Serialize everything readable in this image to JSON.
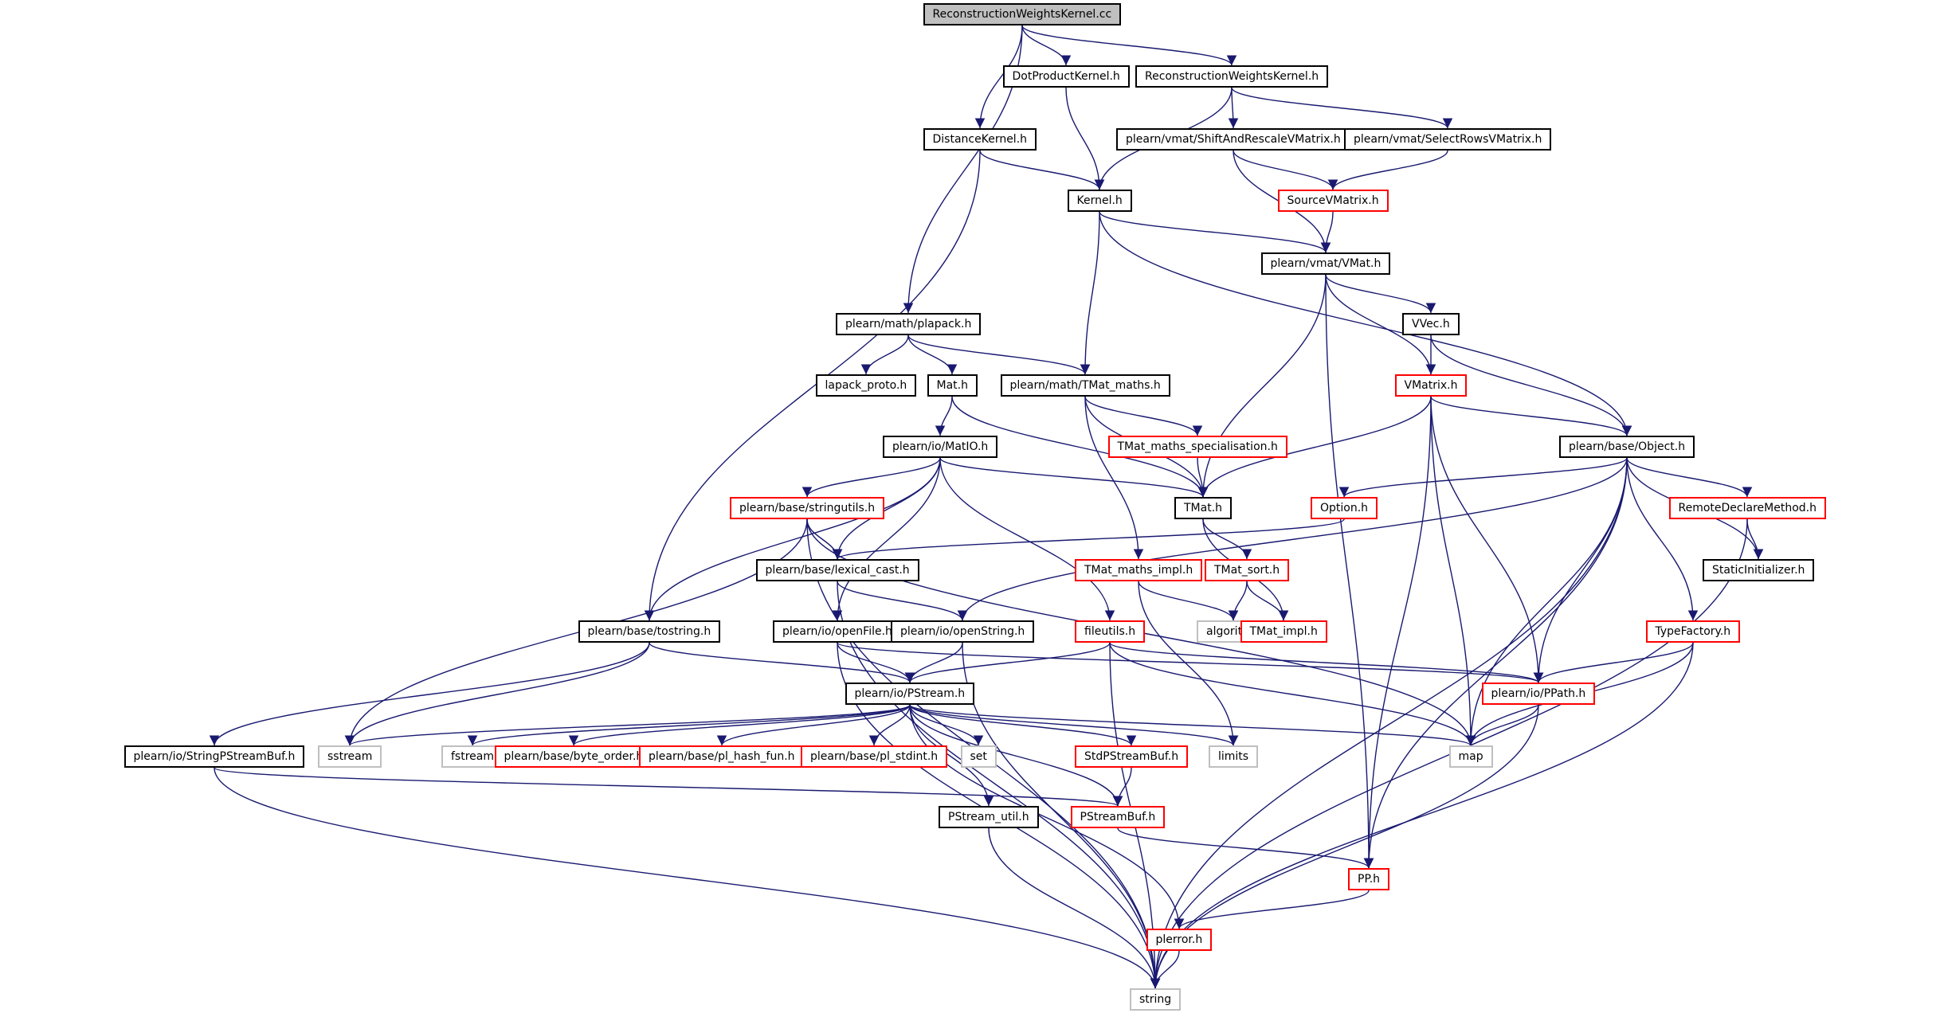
{
  "colors": {
    "edge": "#191970",
    "box_border": "#000000",
    "incomplete_border": "#ff0000",
    "system_border": "#bfbfbf",
    "root_fill": "#bfbfbf",
    "background": "#ffffff"
  },
  "graph": {
    "nodes": [
      {
        "id": "root",
        "label": "ReconstructionWeightsKernel.cc",
        "kind": "root"
      },
      {
        "id": "dotprod",
        "label": "DotProductKernel.h",
        "kind": "black"
      },
      {
        "id": "rwk",
        "label": "ReconstructionWeightsKernel.h",
        "kind": "black"
      },
      {
        "id": "distk",
        "label": "DistanceKernel.h",
        "kind": "black"
      },
      {
        "id": "shift",
        "label": "plearn/vmat/ShiftAndRescaleVMatrix.h",
        "kind": "black"
      },
      {
        "id": "selrows",
        "label": "plearn/vmat/SelectRowsVMatrix.h",
        "kind": "black"
      },
      {
        "id": "kernel",
        "label": "Kernel.h",
        "kind": "black"
      },
      {
        "id": "sourcev",
        "label": "SourceVMatrix.h",
        "kind": "red"
      },
      {
        "id": "vmat",
        "label": "plearn/vmat/VMat.h",
        "kind": "black"
      },
      {
        "id": "plapack",
        "label": "plearn/math/plapack.h",
        "kind": "black"
      },
      {
        "id": "vvec",
        "label": "VVec.h",
        "kind": "black"
      },
      {
        "id": "lapack",
        "label": "lapack_proto.h",
        "kind": "black"
      },
      {
        "id": "math",
        "label": "Mat.h",
        "kind": "black"
      },
      {
        "id": "tmatmaths",
        "label": "plearn/math/TMat_maths.h",
        "kind": "black"
      },
      {
        "id": "vmatrix",
        "label": "VMatrix.h",
        "kind": "red"
      },
      {
        "id": "matio",
        "label": "plearn/io/MatIO.h",
        "kind": "black"
      },
      {
        "id": "tmms",
        "label": "TMat_maths_specialisation.h",
        "kind": "red"
      },
      {
        "id": "object",
        "label": "plearn/base/Object.h",
        "kind": "black"
      },
      {
        "id": "strutils",
        "label": "plearn/base/stringutils.h",
        "kind": "red"
      },
      {
        "id": "tmat",
        "label": "TMat.h",
        "kind": "black"
      },
      {
        "id": "option",
        "label": "Option.h",
        "kind": "red"
      },
      {
        "id": "remote",
        "label": "RemoteDeclareMethod.h",
        "kind": "red"
      },
      {
        "id": "lexcast",
        "label": "plearn/base/lexical_cast.h",
        "kind": "black"
      },
      {
        "id": "tmmi",
        "label": "TMat_maths_impl.h",
        "kind": "red"
      },
      {
        "id": "tmsort",
        "label": "TMat_sort.h",
        "kind": "red"
      },
      {
        "id": "staticinit",
        "label": "StaticInitializer.h",
        "kind": "black"
      },
      {
        "id": "tostring",
        "label": "plearn/base/tostring.h",
        "kind": "black"
      },
      {
        "id": "openfile",
        "label": "plearn/io/openFile.h",
        "kind": "black"
      },
      {
        "id": "openstring",
        "label": "plearn/io/openString.h",
        "kind": "black"
      },
      {
        "id": "fileutils",
        "label": "fileutils.h",
        "kind": "red"
      },
      {
        "id": "algorithm",
        "label": "algorithm",
        "kind": "gray"
      },
      {
        "id": "tmatimpl",
        "label": "TMat_impl.h",
        "kind": "red"
      },
      {
        "id": "typefactory",
        "label": "TypeFactory.h",
        "kind": "red"
      },
      {
        "id": "pstream",
        "label": "plearn/io/PStream.h",
        "kind": "black"
      },
      {
        "id": "ppath",
        "label": "plearn/io/PPath.h",
        "kind": "red"
      },
      {
        "id": "strpsb",
        "label": "plearn/io/StringPStreamBuf.h",
        "kind": "black"
      },
      {
        "id": "sstream",
        "label": "sstream",
        "kind": "gray"
      },
      {
        "id": "fstream",
        "label": "fstream",
        "kind": "gray"
      },
      {
        "id": "byteorder",
        "label": "plearn/base/byte_order.h",
        "kind": "red"
      },
      {
        "id": "hashfun",
        "label": "plearn/base/pl_hash_fun.h",
        "kind": "red"
      },
      {
        "id": "stdint",
        "label": "plearn/base/pl_stdint.h",
        "kind": "red"
      },
      {
        "id": "set",
        "label": "set",
        "kind": "gray"
      },
      {
        "id": "stdpsb",
        "label": "StdPStreamBuf.h",
        "kind": "red"
      },
      {
        "id": "limits",
        "label": "limits",
        "kind": "gray"
      },
      {
        "id": "map",
        "label": "map",
        "kind": "gray"
      },
      {
        "id": "psutil",
        "label": "PStream_util.h",
        "kind": "black"
      },
      {
        "id": "psbuf",
        "label": "PStreamBuf.h",
        "kind": "red"
      },
      {
        "id": "pp",
        "label": "PP.h",
        "kind": "red"
      },
      {
        "id": "plerror",
        "label": "plerror.h",
        "kind": "red"
      },
      {
        "id": "string",
        "label": "string",
        "kind": "gray"
      }
    ],
    "edges": [
      [
        "root",
        "dotprod"
      ],
      [
        "root",
        "rwk"
      ],
      [
        "root",
        "distk"
      ],
      [
        "root",
        "plapack"
      ],
      [
        "dotprod",
        "kernel"
      ],
      [
        "rwk",
        "kernel"
      ],
      [
        "rwk",
        "shift"
      ],
      [
        "rwk",
        "selrows"
      ],
      [
        "distk",
        "kernel"
      ],
      [
        "distk",
        "tostring"
      ],
      [
        "shift",
        "sourcev"
      ],
      [
        "shift",
        "vmat"
      ],
      [
        "selrows",
        "sourcev"
      ],
      [
        "sourcev",
        "vmat"
      ],
      [
        "kernel",
        "vmat"
      ],
      [
        "kernel",
        "object"
      ],
      [
        "kernel",
        "tmatmaths"
      ],
      [
        "vmat",
        "vvec"
      ],
      [
        "vmat",
        "vmatrix"
      ],
      [
        "vmat",
        "tmat"
      ],
      [
        "vmat",
        "pp"
      ],
      [
        "plapack",
        "lapack"
      ],
      [
        "plapack",
        "math"
      ],
      [
        "plapack",
        "tmatmaths"
      ],
      [
        "vvec",
        "vmatrix"
      ],
      [
        "vvec",
        "object"
      ],
      [
        "math",
        "matio"
      ],
      [
        "math",
        "tmat"
      ],
      [
        "tmatmaths",
        "tmms"
      ],
      [
        "tmatmaths",
        "tmat"
      ],
      [
        "tmatmaths",
        "tmmi"
      ],
      [
        "vmatrix",
        "object"
      ],
      [
        "vmatrix",
        "tmat"
      ],
      [
        "vmatrix",
        "ppath"
      ],
      [
        "vmatrix",
        "map"
      ],
      [
        "vmatrix",
        "pp"
      ],
      [
        "matio",
        "strutils"
      ],
      [
        "matio",
        "lexcast"
      ],
      [
        "matio",
        "tmat"
      ],
      [
        "matio",
        "tostring"
      ],
      [
        "matio",
        "openfile"
      ],
      [
        "matio",
        "fileutils"
      ],
      [
        "tmms",
        "tmat"
      ],
      [
        "object",
        "option"
      ],
      [
        "object",
        "openstring"
      ],
      [
        "object",
        "remote"
      ],
      [
        "object",
        "staticinit"
      ],
      [
        "object",
        "typefactory"
      ],
      [
        "object",
        "ppath"
      ],
      [
        "object",
        "map"
      ],
      [
        "object",
        "pp"
      ],
      [
        "object",
        "string"
      ],
      [
        "strutils",
        "lexcast"
      ],
      [
        "strutils",
        "string"
      ],
      [
        "strutils",
        "sstream"
      ],
      [
        "strutils",
        "map"
      ],
      [
        "tmat",
        "tmsort"
      ],
      [
        "tmat",
        "tmatimpl"
      ],
      [
        "option",
        "lexcast"
      ],
      [
        "remote",
        "staticinit"
      ],
      [
        "remote",
        "string"
      ],
      [
        "lexcast",
        "openstring"
      ],
      [
        "lexcast",
        "string"
      ],
      [
        "tmmi",
        "algorithm"
      ],
      [
        "tmmi",
        "limits"
      ],
      [
        "tmsort",
        "algorithm"
      ],
      [
        "tmsort",
        "tmatimpl"
      ],
      [
        "tostring",
        "pstream"
      ],
      [
        "tostring",
        "strpsb"
      ],
      [
        "tostring",
        "sstream"
      ],
      [
        "openfile",
        "pstream"
      ],
      [
        "openfile",
        "ppath"
      ],
      [
        "openfile",
        "string"
      ],
      [
        "openstring",
        "pstream"
      ],
      [
        "openstring",
        "string"
      ],
      [
        "fileutils",
        "pstream"
      ],
      [
        "fileutils",
        "ppath"
      ],
      [
        "fileutils",
        "map"
      ],
      [
        "fileutils",
        "string"
      ],
      [
        "typefactory",
        "ppath"
      ],
      [
        "typefactory",
        "map"
      ],
      [
        "typefactory",
        "string"
      ],
      [
        "pstream",
        "sstream"
      ],
      [
        "pstream",
        "fstream"
      ],
      [
        "pstream",
        "byteorder"
      ],
      [
        "pstream",
        "hashfun"
      ],
      [
        "pstream",
        "stdint"
      ],
      [
        "pstream",
        "set"
      ],
      [
        "pstream",
        "stdpsb"
      ],
      [
        "pstream",
        "limits"
      ],
      [
        "pstream",
        "map"
      ],
      [
        "pstream",
        "psutil"
      ],
      [
        "pstream",
        "psbuf"
      ],
      [
        "pstream",
        "plerror"
      ],
      [
        "ppath",
        "map"
      ],
      [
        "ppath",
        "string"
      ],
      [
        "strpsb",
        "psbuf"
      ],
      [
        "strpsb",
        "string"
      ],
      [
        "stdpsb",
        "psbuf"
      ],
      [
        "psutil",
        "string"
      ],
      [
        "psbuf",
        "pp"
      ],
      [
        "pp",
        "plerror"
      ],
      [
        "plerror",
        "string"
      ]
    ]
  }
}
